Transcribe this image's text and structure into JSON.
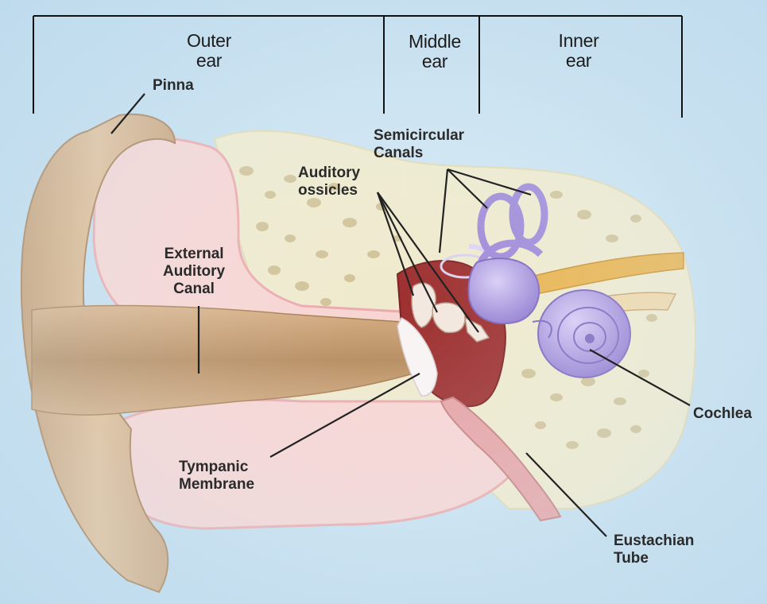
{
  "sections": {
    "outer": [
      "Outer",
      "ear"
    ],
    "middle": [
      "Middle",
      "ear"
    ],
    "inner": [
      "Inner",
      "ear"
    ]
  },
  "labels": {
    "pinna": [
      "Pinna"
    ],
    "external_canal": [
      "External",
      "Auditory",
      "Canal"
    ],
    "semicircular": [
      "Semicircular",
      "Canals"
    ],
    "ossicles": [
      "Auditory",
      "ossicles"
    ],
    "tympanic": [
      "Tympanic",
      "Membrane"
    ],
    "cochlea": [
      "Cochlea"
    ],
    "eustachian": [
      "Eustachian",
      "Tube"
    ]
  },
  "colors": {
    "background": "#bcdbee",
    "skin": "#dcb388",
    "skin_shadow": "#b78a5e",
    "cartilage": "#f6cfcf",
    "bone": "#eee9cc",
    "bone_pores": "#c7b88a",
    "middle_ear": "#9c2d2d",
    "inner_ear": "#a894dd",
    "nerve": "#e9b24a",
    "leader_line": "#222222"
  }
}
